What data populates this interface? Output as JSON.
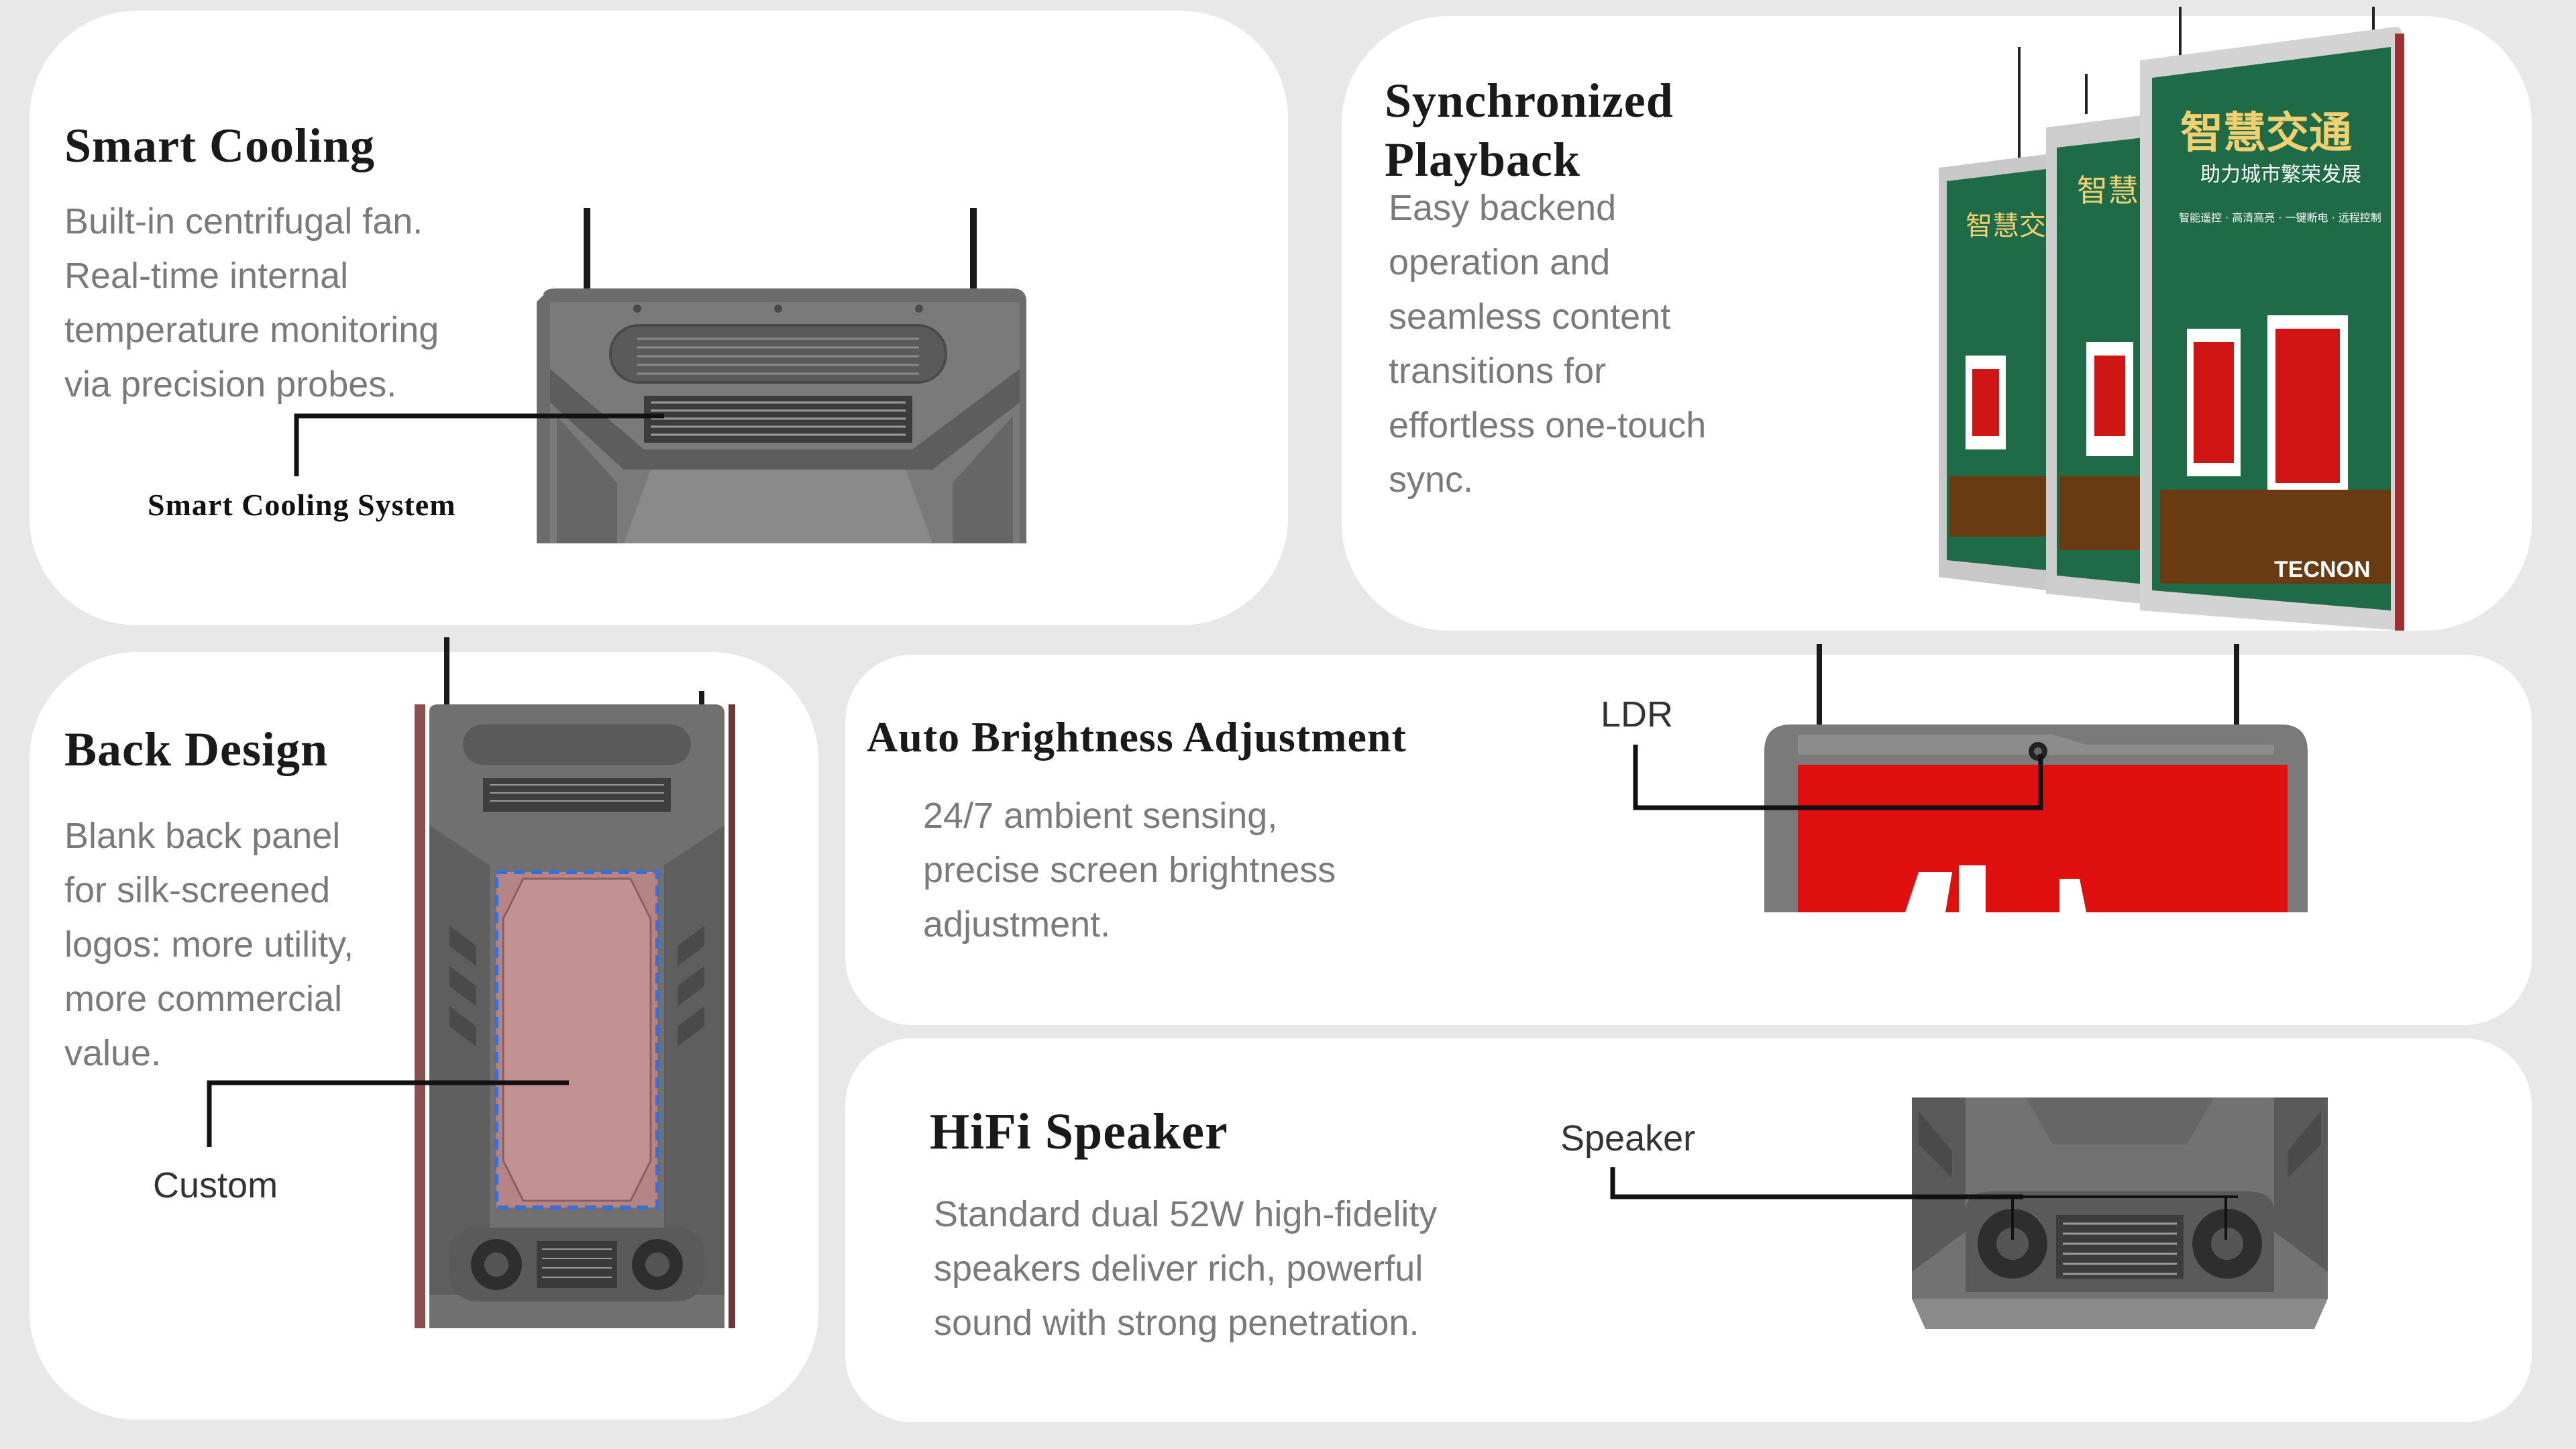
{
  "smart_cooling": {
    "title": "Smart Cooling",
    "description_lines": [
      "Built-in centrifugal fan.",
      "Real-time internal",
      "temperature monitoring",
      "via precision probes."
    ],
    "callout": "Smart Cooling System"
  },
  "sync_playback": {
    "title_lines": [
      "Synchronized",
      "Playback"
    ],
    "description_lines": [
      "Easy backend",
      "operation and",
      "seamless content",
      "transitions for",
      "effortless one-touch",
      "sync."
    ],
    "screen_text_main": "智慧交通",
    "screen_text_sub": "助力城市繁荣发展",
    "screen_text_small": "智能遥控 · 高清高亮 · 一键断电 · 远程控制",
    "brand_text": "TECNON"
  },
  "back_design": {
    "title": "Back Design",
    "description_lines": [
      "Blank back panel",
      "for silk-screened",
      "logos: more utility,",
      "more commercial",
      "value."
    ],
    "callout": "Custom"
  },
  "auto_brightness": {
    "title": "Auto Brightness Adjustment",
    "description_lines": [
      "24/7 ambient sensing,",
      "precise screen brightness",
      "adjustment."
    ],
    "callout": "LDR"
  },
  "hifi_speaker": {
    "title": "HiFi Speaker",
    "description_lines": [
      "Standard dual 52W high-fidelity",
      "speakers deliver rich, powerful",
      "sound with strong penetration."
    ],
    "callout": "Speaker"
  },
  "colors": {
    "background": "#e8e8e8",
    "card": "#ffffff",
    "device_body": "#6e6e6e",
    "screen_green": "#1f6b47",
    "screen_red": "#e01010",
    "custom_panel": "#b58585",
    "dashed_border": "#3a6fd6"
  }
}
